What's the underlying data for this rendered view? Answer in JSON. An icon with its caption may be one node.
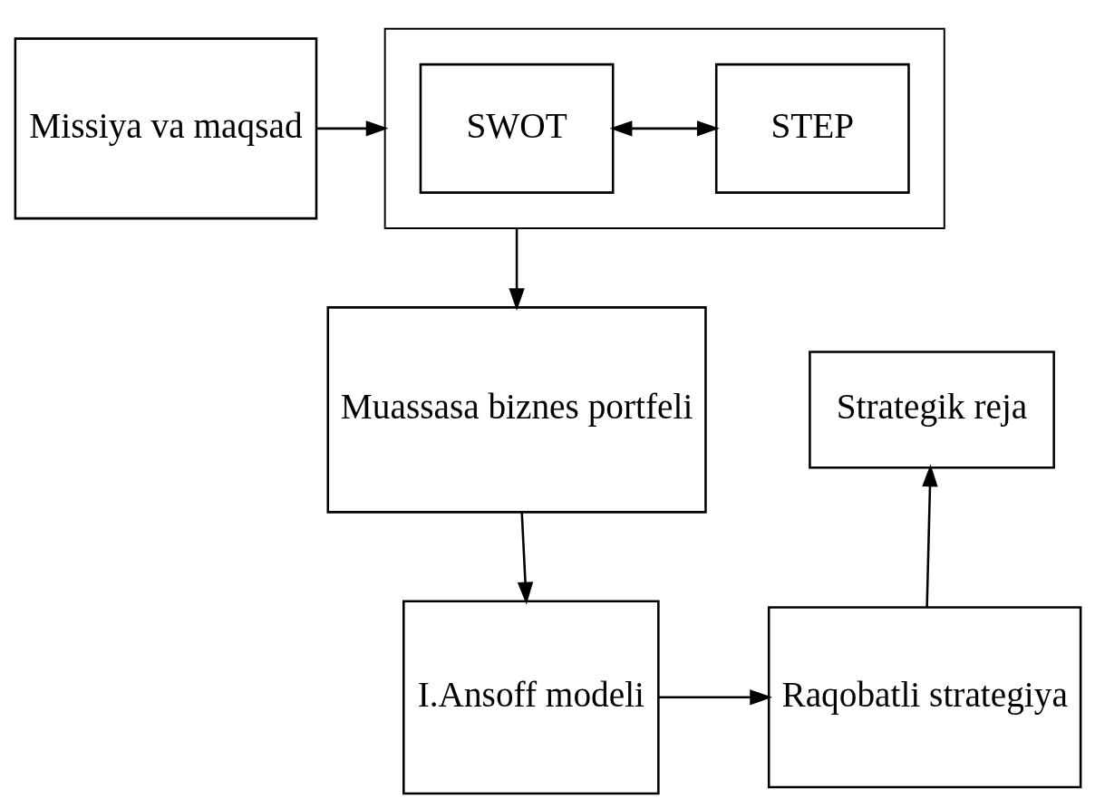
{
  "diagram": {
    "nodes": [
      {
        "text": [
          "Missiya va maqsad"
        ]
      },
      {
        "text": [],
        "shape": "box"
      },
      {
        "text": [
          "SWOT"
        ],
        "in": 1
      },
      {
        "text": [
          "STEP"
        ],
        "in": 1
      },
      {
        "text": [
          "Muassasa biznes portfeli"
        ]
      },
      {
        "text": [
          "I.Ansoff modeli"
        ]
      },
      {
        "text": [
          "Raqobatli strategiya"
        ]
      },
      {
        "text": [
          "Strategik reja"
        ]
      }
    ],
    "edges": [
      {
        "from": 0,
        "to": 1,
        "arrow": "to"
      },
      {
        "from": 2,
        "to": 3,
        "arrow": "both"
      },
      {
        "from": 1,
        "to": 4,
        "arrow": "to"
      },
      {
        "from": 4,
        "to": 5,
        "arrow": "to"
      },
      {
        "from": 5,
        "to": 6,
        "arrow": "to"
      },
      {
        "from": 6,
        "to": 7,
        "arrow": "to"
      }
    ]
  }
}
